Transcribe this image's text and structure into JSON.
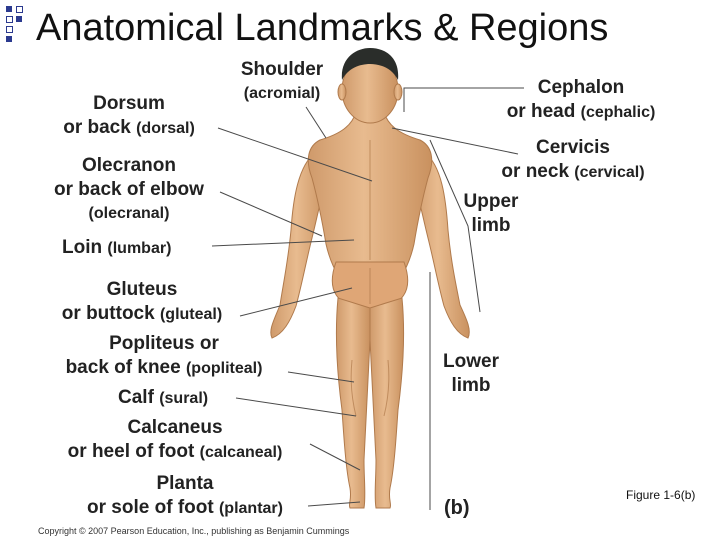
{
  "title": "Anatomical Landmarks & Regions",
  "figure_caption": "Figure 1-6(b)",
  "copyright": "Copyright © 2007 Pearson Education, Inc., publishing as Benjamin Cummings",
  "panel_letter": "(b)",
  "colors": {
    "bullet": "#2b3a8f",
    "skin": "#e2b083",
    "skin_shadow": "#c48c5c",
    "hair": "#2a2d2a",
    "leader": "#4a4a4a"
  },
  "labels": {
    "shoulder": {
      "main": "Shoulder",
      "sub": "(acromial)"
    },
    "dorsum": {
      "main1": "Dorsum",
      "main2": "or back",
      "sub": "(dorsal)"
    },
    "olecranon": {
      "main1": "Olecranon",
      "main2": "or back of elbow",
      "sub": "(olecranal)"
    },
    "loin": {
      "main": "Loin",
      "sub": "(lumbar)"
    },
    "gluteus": {
      "main1": "Gluteus",
      "main2": "or buttock",
      "sub": "(gluteal)"
    },
    "popliteus": {
      "main1": "Popliteus or",
      "main2": "back of knee",
      "sub": "(popliteal)"
    },
    "calf": {
      "main": "Calf",
      "sub": "(sural)"
    },
    "calcaneus": {
      "main1": "Calcaneus",
      "main2": "or heel of foot",
      "sub": "(calcaneal)"
    },
    "planta": {
      "main1": "Planta",
      "main2": "or sole of foot",
      "sub": "(plantar)"
    },
    "cephalon": {
      "main1": "Cephalon",
      "main2": "or head",
      "sub": "(cephalic)"
    },
    "cervicis": {
      "main1": "Cervicis",
      "main2": "or neck",
      "sub": "(cervical)"
    },
    "upper_limb": {
      "line1": "Upper",
      "line2": "limb"
    },
    "lower_limb": {
      "line1": "Lower",
      "line2": "limb"
    }
  }
}
